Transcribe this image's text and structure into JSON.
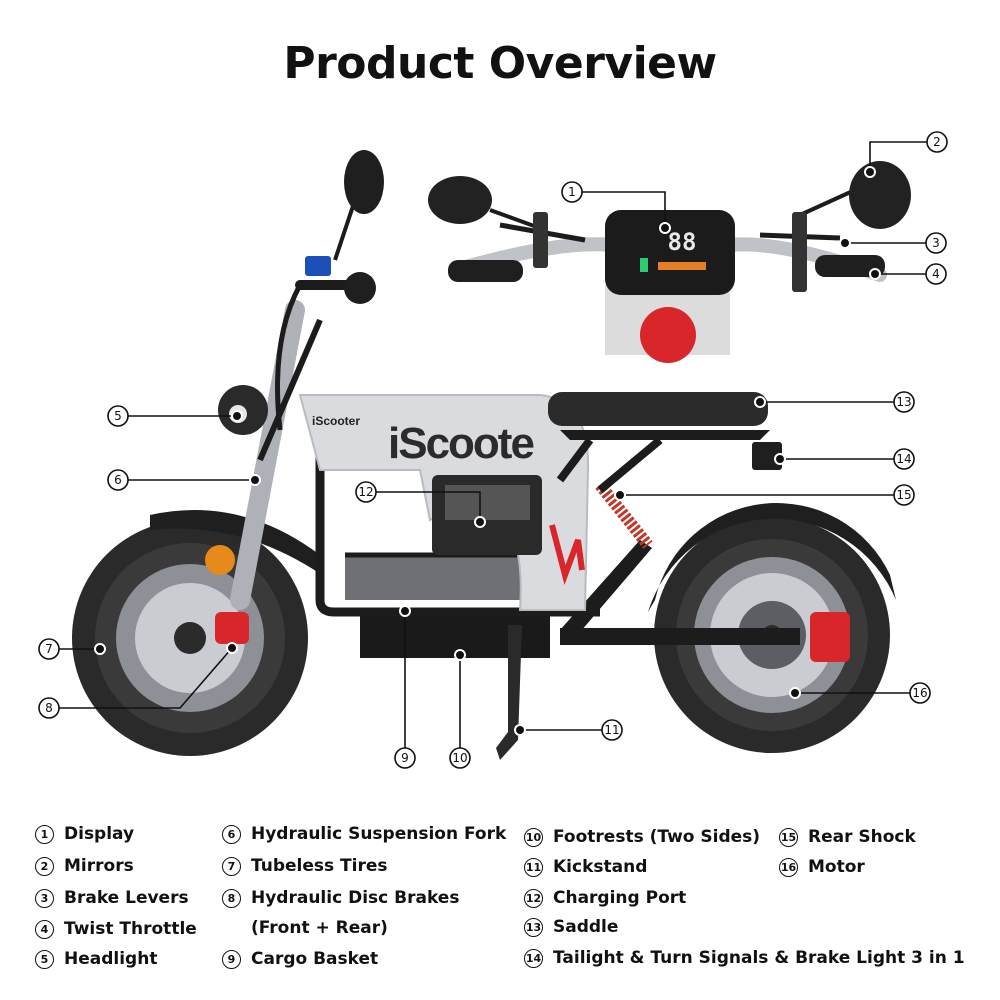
{
  "title": "Product Overview",
  "brand_text": "iScooter",
  "brand_text_large": "iScoote",
  "display_reading": "88",
  "parts": [
    {
      "num": "1",
      "label": "Display"
    },
    {
      "num": "2",
      "label": "Mirrors"
    },
    {
      "num": "3",
      "label": "Brake Levers"
    },
    {
      "num": "4",
      "label": "Twist Throttle"
    },
    {
      "num": "5",
      "label": "Headlight"
    },
    {
      "num": "6",
      "label": "Hydraulic Suspension Fork"
    },
    {
      "num": "7",
      "label": "Tubeless Tires"
    },
    {
      "num": "8",
      "label": "Hydraulic Disc Brakes",
      "label_cont": "(Front + Rear)"
    },
    {
      "num": "9",
      "label": "Cargo Basket"
    },
    {
      "num": "10",
      "label": "Footrests (Two Sides)"
    },
    {
      "num": "11",
      "label": "Kickstand"
    },
    {
      "num": "12",
      "label": "Charging Port"
    },
    {
      "num": "13",
      "label": "Saddle"
    },
    {
      "num": "14",
      "label": "Tailight & Turn Signals & Brake Light 3 in 1"
    },
    {
      "num": "15",
      "label": "Rear Shock"
    },
    {
      "num": "16",
      "label": "Motor"
    }
  ],
  "colors": {
    "frame": "#1c1c1c",
    "body_panel": "#d9dbde",
    "accent_red": "#d8262b",
    "tire": "#2a2a2a",
    "display_blue": "#1d4fb8"
  }
}
